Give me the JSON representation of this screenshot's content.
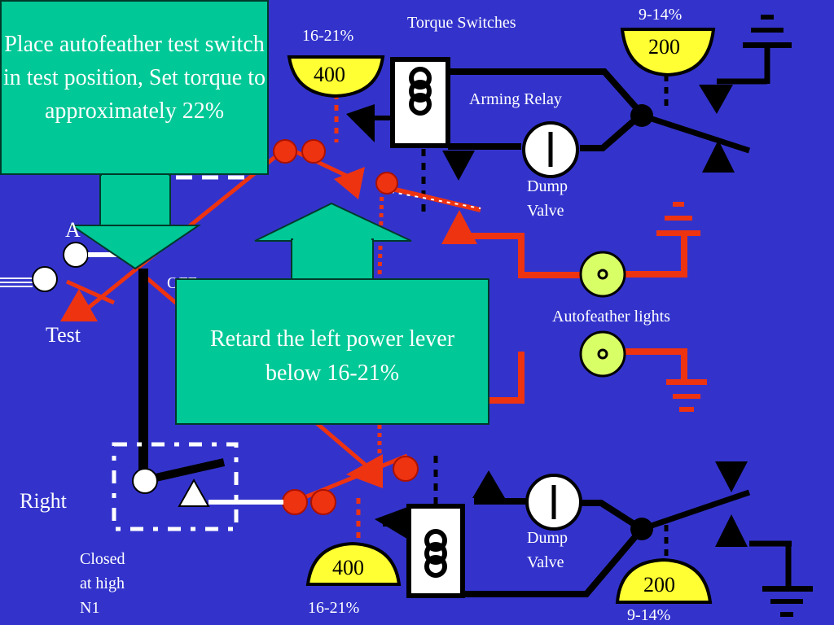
{
  "callouts": {
    "step1": "Place autofeather test switch in test position, Set torque to approximately 22%",
    "step2": "Retard the left power lever below 16-21%"
  },
  "labels": {
    "torque_switches": "Torque Switches",
    "arming_relay": "Arming Relay",
    "dump_valve_top": "Dump\nValve",
    "dump_valve_bottom": "Dump\nValve",
    "autofeather_lights": "Autofeather lights",
    "pct_top_left": "16-21%",
    "pct_top_right": "9-14%",
    "pct_bottom_left": "16-21%",
    "pct_bottom_right": "9-14%",
    "gauge_top_left": "400",
    "gauge_top_right": "200",
    "gauge_bottom_left": "400",
    "gauge_bottom_right": "200",
    "switch_arm_partial": "A",
    "switch_off_partial": "OFF",
    "switch_test": "Test",
    "switch_right": "Right",
    "closed_note": "Closed\nat high\nN1"
  },
  "colors": {
    "background": "#3333cc",
    "callout": "#00c896",
    "red_wire": "#ee3311",
    "black_wire": "#000000",
    "gauge": "#ffff33",
    "light_lens": "#d9ff66"
  }
}
